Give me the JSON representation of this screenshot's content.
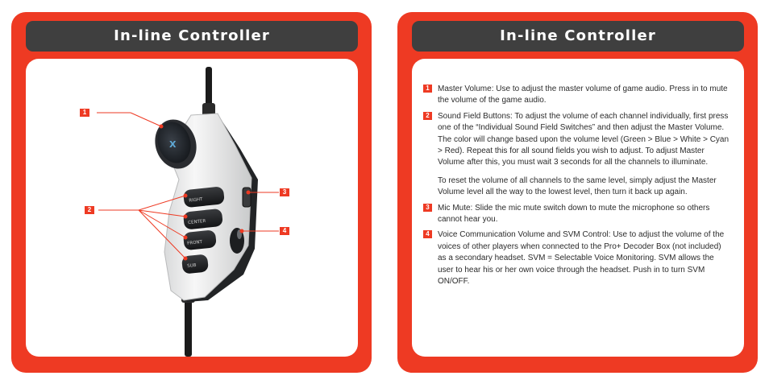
{
  "left_panel": {
    "title": "In-line Controller",
    "callouts": [
      "1",
      "2",
      "3",
      "4"
    ],
    "button_labels": [
      "RIGHT",
      "CENTER",
      "FRONT",
      "SUB"
    ]
  },
  "right_panel": {
    "title": "In-line Controller",
    "items": [
      {
        "number": "1",
        "text": "Master Volume: Use to adjust the master volume of game audio. Press in to mute the volume of the game audio."
      },
      {
        "number": "2",
        "text": "Sound Field Buttons: To adjust the volume of each channel individually, first press one of the “Individual Sound Field Switches” and then adjust the Master Volume. The color will change based upon the volume level (Green > Blue > White > Cyan > Red). Repeat this for all sound fields you wish to adjust. To adjust Master Volume after this, you must wait 3 seconds for all the channels to illuminate.",
        "extra": "To reset the volume of all channels to the same level, simply adjust the Master Volume level all the way to the lowest level, then turn it back up again."
      },
      {
        "number": "3",
        "text": "Mic Mute: Slide the mic mute switch down to mute the microphone so others cannot hear you."
      },
      {
        "number": "4",
        "text": "Voice Communication Volume and SVM Control: Use to adjust the volume of the voices of other players when connected to the Pro+ Decoder Box (not included) as a secondary headset. SVM = Selectable Voice Monitoring. SVM allows the user to hear his or her own voice through the headset.  Push in to turn SVM ON/OFF."
      }
    ]
  },
  "colors": {
    "panel": "#ee3a23",
    "header": "#3f3f3f",
    "marker": "#ee3a23"
  }
}
